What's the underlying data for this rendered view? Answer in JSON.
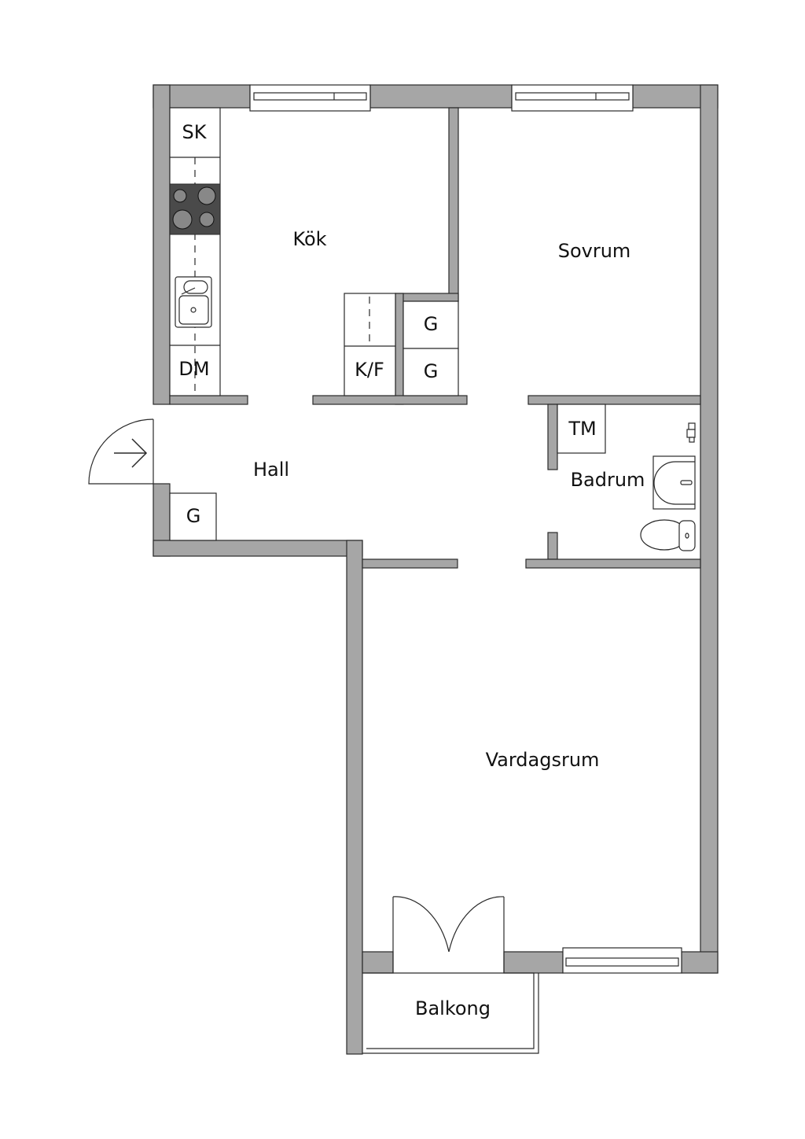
{
  "rooms": {
    "kitchen": "Kök",
    "bedroom": "Sovrum",
    "hall": "Hall",
    "bathroom": "Badrum",
    "living_room": "Vardagsrum",
    "balcony": "Balkong"
  },
  "fixtures": {
    "sk": "SK",
    "dm": "DM",
    "kf": "K/F",
    "g_kitchen_1": "G",
    "g_kitchen_2": "G",
    "g_hall": "G",
    "tm": "TM"
  },
  "colors": {
    "wall": "#a6a6a6",
    "stove": "#4a4a4a"
  }
}
